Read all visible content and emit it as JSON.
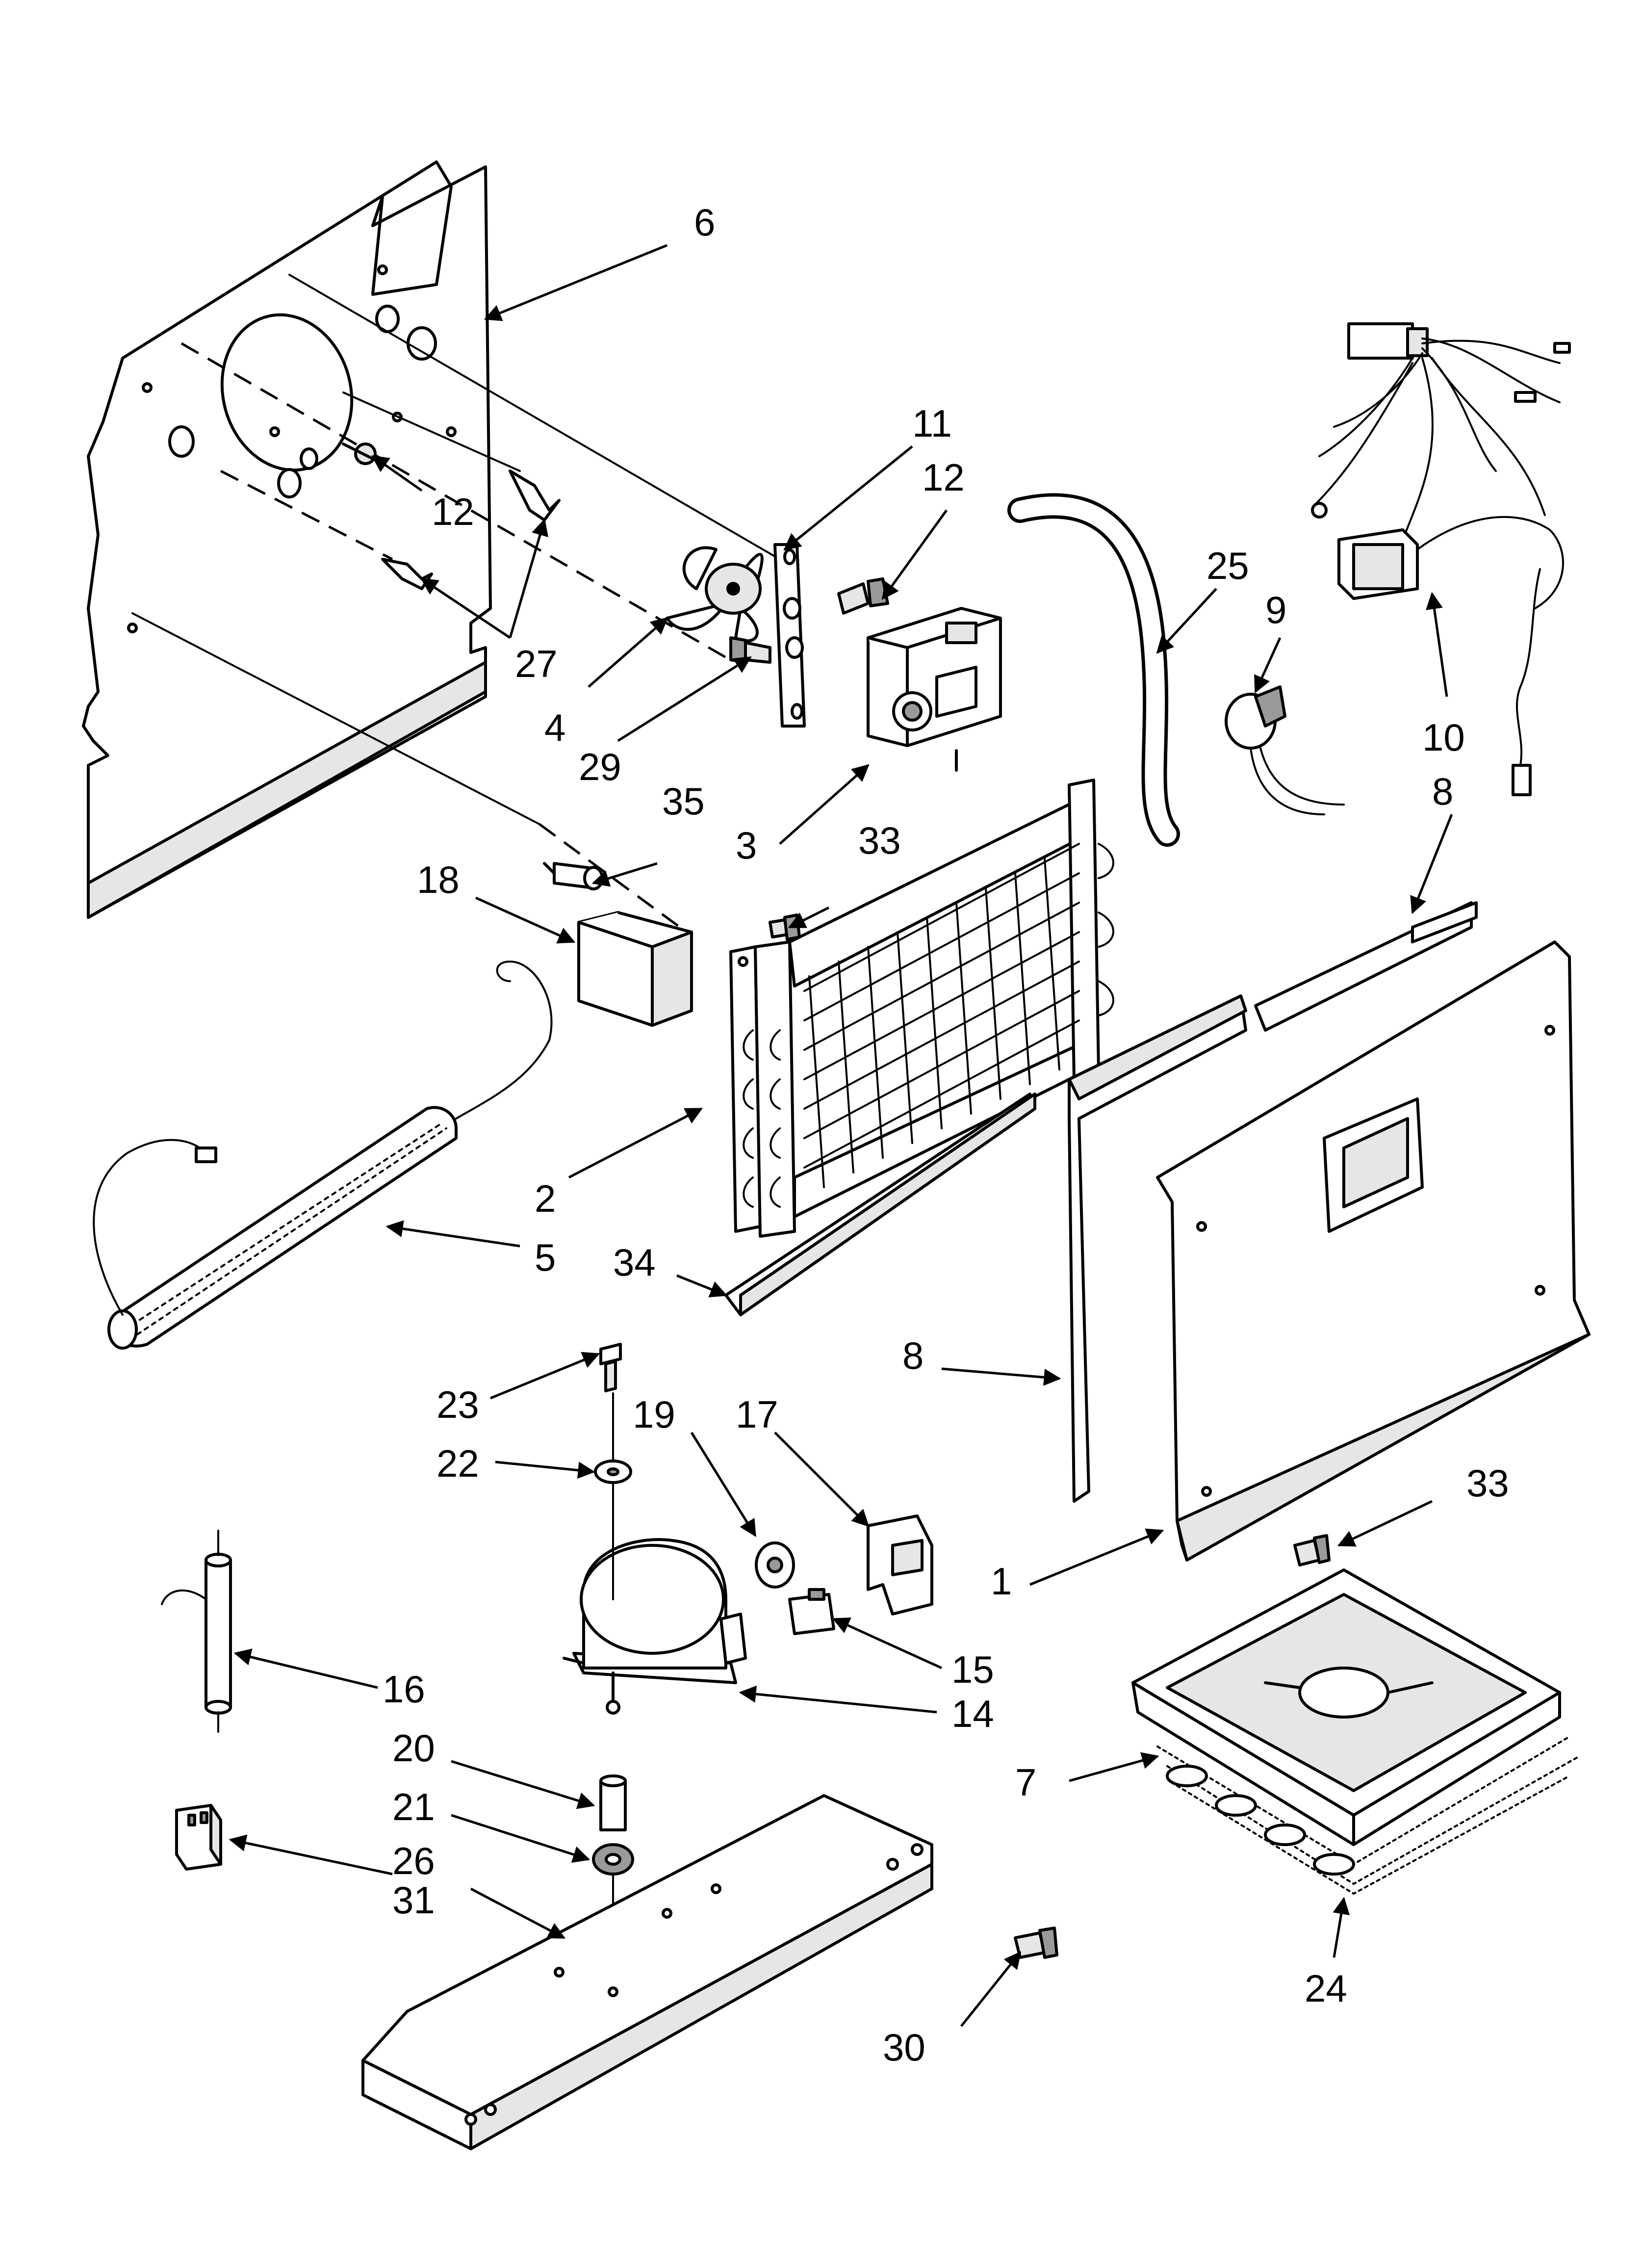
{
  "diagram": {
    "labels": [
      {
        "id": "6",
        "text": "6"
      },
      {
        "id": "11",
        "text": "11"
      },
      {
        "id": "12a",
        "text": "12"
      },
      {
        "id": "12b",
        "text": "12"
      },
      {
        "id": "25",
        "text": "25"
      },
      {
        "id": "9",
        "text": "9"
      },
      {
        "id": "10",
        "text": "10"
      },
      {
        "id": "27",
        "text": "27"
      },
      {
        "id": "4",
        "text": "4"
      },
      {
        "id": "29",
        "text": "29"
      },
      {
        "id": "35",
        "text": "35"
      },
      {
        "id": "3",
        "text": "3"
      },
      {
        "id": "33a",
        "text": "33"
      },
      {
        "id": "18",
        "text": "18"
      },
      {
        "id": "8a",
        "text": "8"
      },
      {
        "id": "2",
        "text": "2"
      },
      {
        "id": "5",
        "text": "5"
      },
      {
        "id": "34",
        "text": "34"
      },
      {
        "id": "8b",
        "text": "8"
      },
      {
        "id": "23",
        "text": "23"
      },
      {
        "id": "19",
        "text": "19"
      },
      {
        "id": "17",
        "text": "17"
      },
      {
        "id": "22",
        "text": "22"
      },
      {
        "id": "33b",
        "text": "33"
      },
      {
        "id": "1",
        "text": "1"
      },
      {
        "id": "16",
        "text": "16"
      },
      {
        "id": "15",
        "text": "15"
      },
      {
        "id": "14",
        "text": "14"
      },
      {
        "id": "20",
        "text": "20"
      },
      {
        "id": "7",
        "text": "7"
      },
      {
        "id": "21",
        "text": "21"
      },
      {
        "id": "26",
        "text": "26"
      },
      {
        "id": "31",
        "text": "31"
      },
      {
        "id": "24",
        "text": "24"
      },
      {
        "id": "30",
        "text": "30"
      }
    ]
  }
}
